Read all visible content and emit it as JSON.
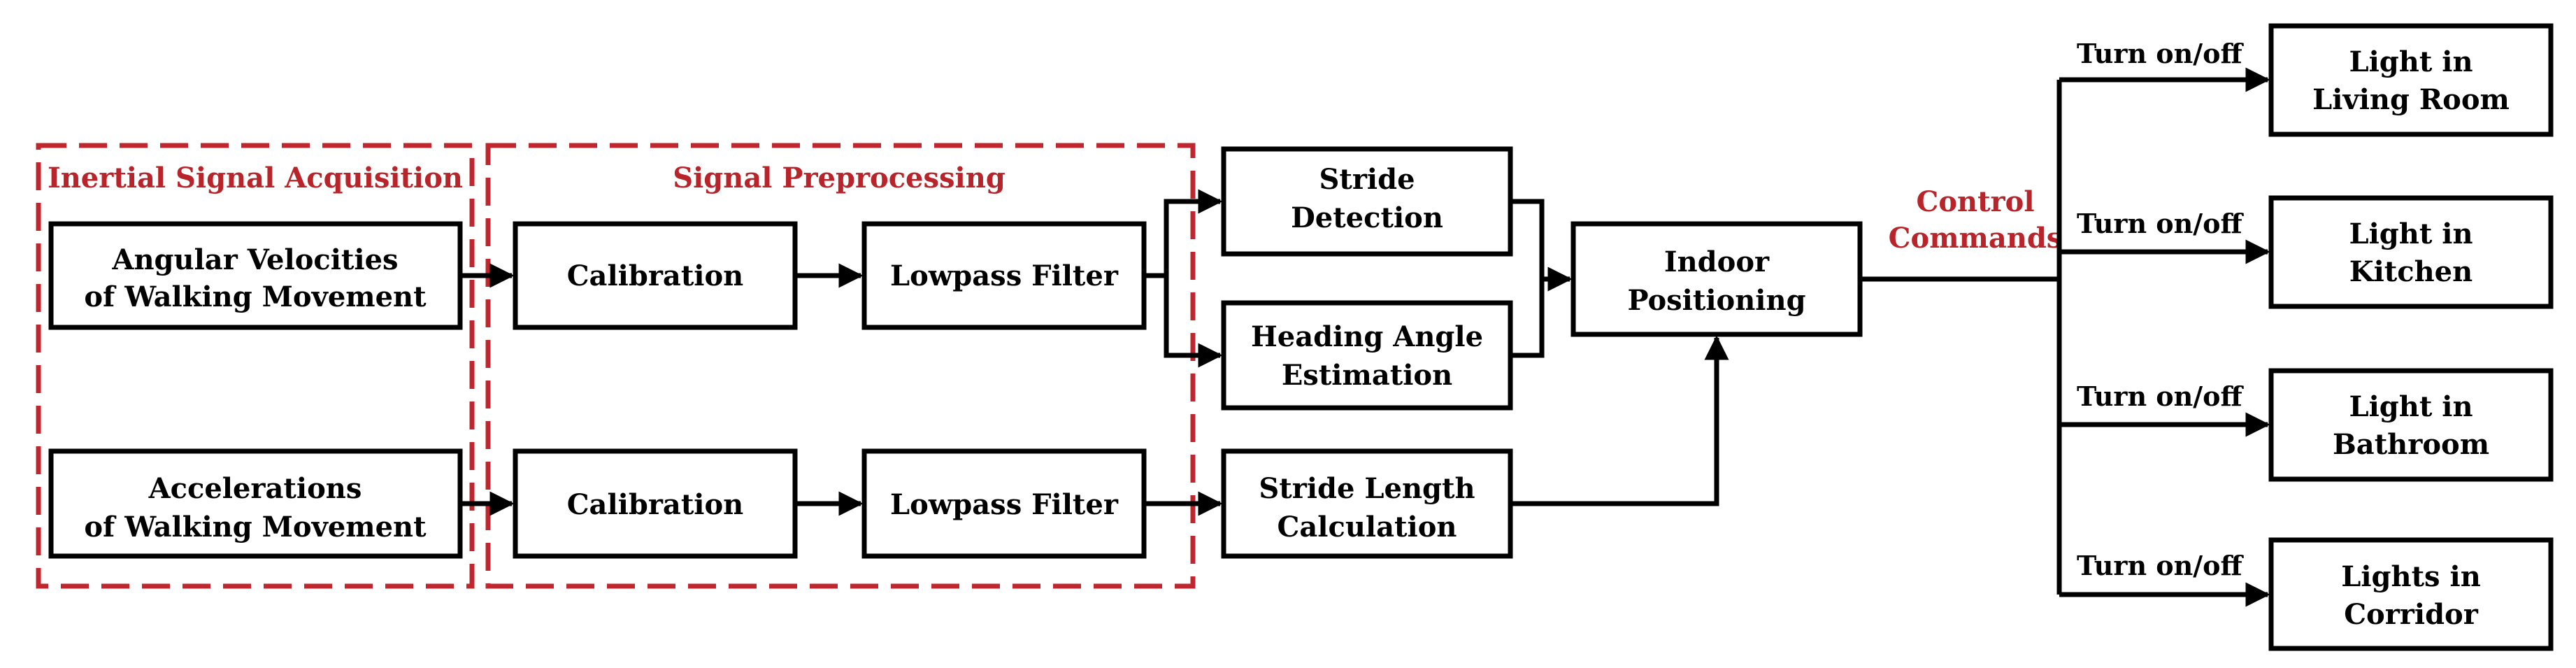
{
  "groups": {
    "acquisition": "Inertial Signal Acquisition",
    "preprocessing": "Signal Preprocessing"
  },
  "sources": {
    "angular": [
      "Angular Velocities",
      "of Walking Movement"
    ],
    "accel": [
      "Accelerations",
      "of Walking Movement"
    ]
  },
  "preprocessing": {
    "calibration": "Calibration",
    "lowpass": "Lowpass Filter"
  },
  "processing": {
    "stride_detection": [
      "Stride",
      "Detection"
    ],
    "heading": [
      "Heading Angle",
      "Estimation"
    ],
    "stride_length": [
      "Stride Length",
      "Calculation"
    ]
  },
  "positioning": [
    "Indoor",
    "Positioning"
  ],
  "control_label": [
    "Control",
    "Commands"
  ],
  "branch_label": "Turn on/off",
  "outputs": {
    "living_room": [
      "Light in",
      "Living Room"
    ],
    "kitchen": [
      "Light in",
      "Kitchen"
    ],
    "bathroom": [
      "Light in",
      "Bathroom"
    ],
    "corridor": [
      "Lights in",
      "Corridor"
    ]
  },
  "colors": {
    "accent_red": "#c0262d",
    "stroke": "#000000",
    "background": "#ffffff"
  }
}
